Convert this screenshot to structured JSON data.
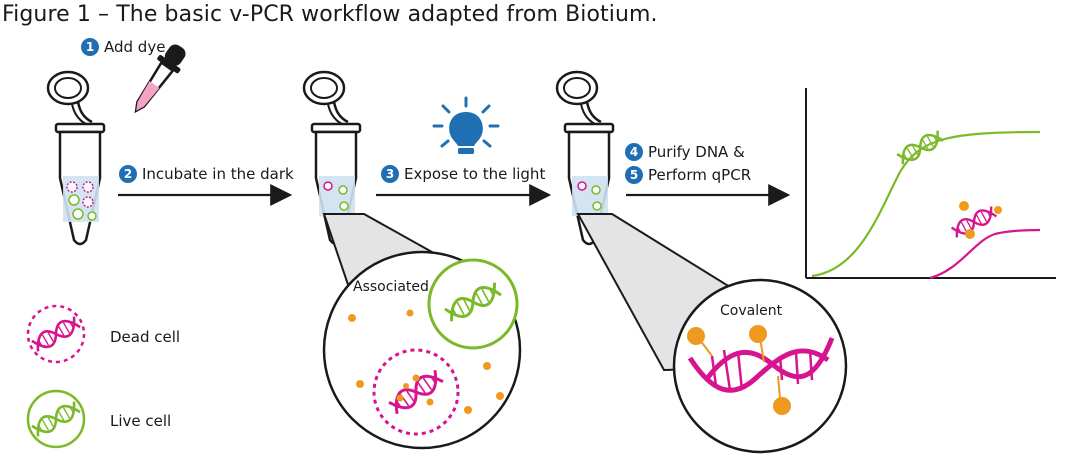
{
  "title": "Figure 1 – The basic v-PCR workflow adapted from Biotium.",
  "steps": [
    {
      "number": "1",
      "label": "Add dye"
    },
    {
      "number": "2",
      "label": "Incubate in the dark"
    },
    {
      "number": "3",
      "label": "Expose to the light"
    },
    {
      "number": "4",
      "label": "Purify DNA &"
    },
    {
      "number": "5",
      "label": "Perform qPCR"
    }
  ],
  "zoom_labels": {
    "associated": "Associated",
    "covalent": "Covalent"
  },
  "legend": {
    "dead": "Dead cell",
    "live": "Live cell"
  },
  "colors": {
    "badge": "#1f6fb2",
    "dead_magenta": "#d6148f",
    "live_green": "#7ab929",
    "dye_orange": "#ef9a1e",
    "light_blue": "#1f6fb2",
    "zoom_gray": "#e4e4e4"
  },
  "icons": [
    "dropper-icon",
    "light-bulb-icon",
    "tube-icon",
    "dna-icon"
  ]
}
